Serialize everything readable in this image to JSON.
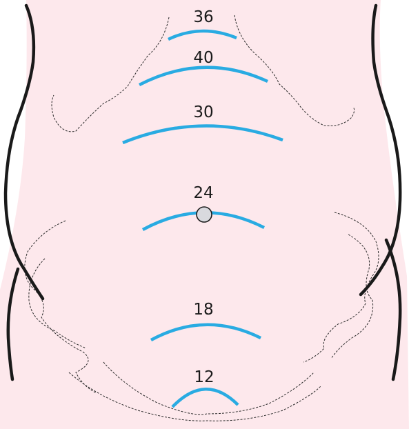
{
  "colors": {
    "skin": "#fde8ec",
    "arc": "#29abe2",
    "outline": "#1a1a1a",
    "umbilicus": "#d9d9de"
  },
  "fundal_heights": [
    {
      "weeks": "36"
    },
    {
      "weeks": "40"
    },
    {
      "weeks": "30"
    },
    {
      "weeks": "24"
    },
    {
      "weeks": "18"
    },
    {
      "weeks": "12"
    }
  ]
}
